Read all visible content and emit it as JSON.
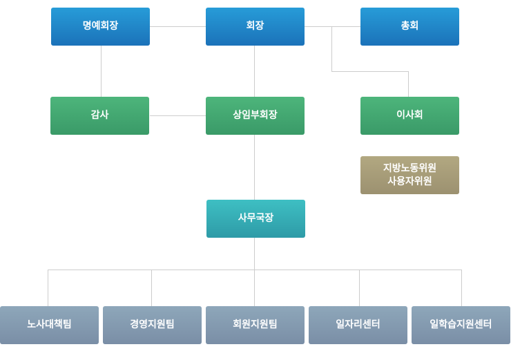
{
  "title": "조직도",
  "colors": {
    "top_level": "#2189c9",
    "second_level": "#44a871",
    "secretariat": "#36adb5",
    "committee": "#a79d79",
    "teams": "#8499b0",
    "connector": "#cccccc"
  },
  "nodes": {
    "honorary_chair": "명예회장",
    "chairman": "회장",
    "general_assembly": "총회",
    "auditor": "감사",
    "standing_vice_chair": "상임부회장",
    "board": "이사회",
    "labor_committee_line1": "지방노동위원",
    "labor_committee_line2": "사용자위원",
    "secretary_general": "사무국장"
  },
  "teams": [
    "노사대책팀",
    "경영지원팀",
    "회원지원팀",
    "일자리센터",
    "일학습지원센터"
  ]
}
